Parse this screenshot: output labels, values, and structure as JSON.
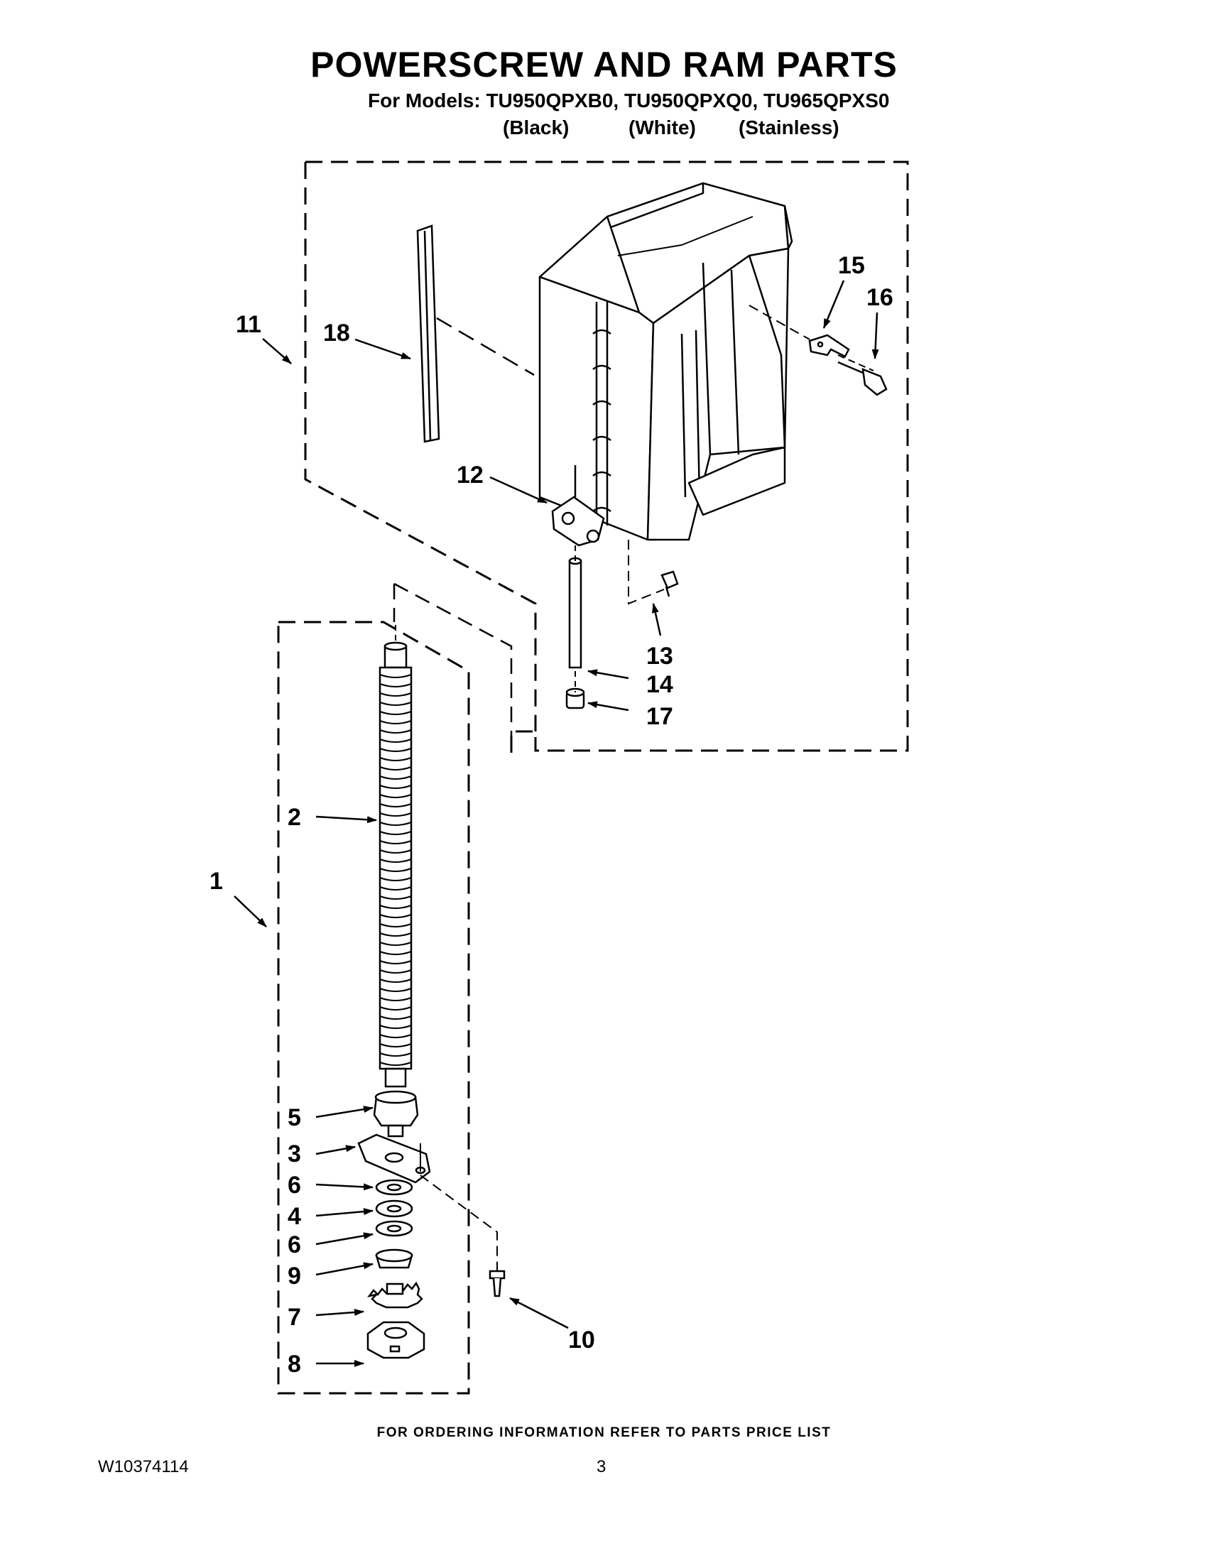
{
  "page": {
    "title": "POWERSCREW AND RAM PARTS",
    "models_line": "For Models: TU950QPXB0, TU950QPXQ0, TU965QPXS0",
    "finishes": [
      "(Black)",
      "(White)",
      "(Stainless)"
    ],
    "footer_note": "FOR ORDERING INFORMATION REFER TO PARTS PRICE LIST",
    "document_number": "W10374114",
    "page_number": "3"
  },
  "callouts": {
    "c1": "1",
    "c2": "2",
    "c3": "3",
    "c4": "4",
    "c5": "5",
    "c6a": "6",
    "c6b": "6",
    "c7": "7",
    "c8": "8",
    "c9": "9",
    "c10": "10",
    "c11": "11",
    "c12": "12",
    "c13": "13",
    "c14": "14",
    "c15": "15",
    "c16": "16",
    "c17": "17",
    "c18": "18"
  }
}
